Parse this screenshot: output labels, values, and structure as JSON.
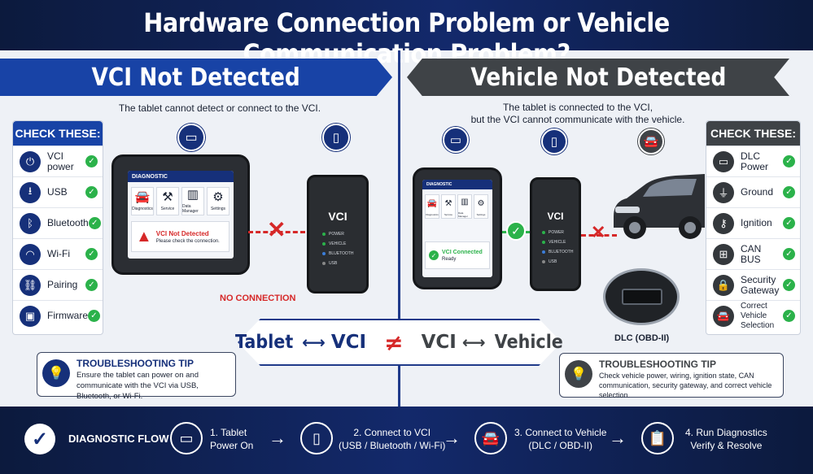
{
  "banner": {
    "title": "Hardware Connection Problem or Vehicle Communication Problem?"
  },
  "left": {
    "header": "VCI Not Detected",
    "subtitle": "The tablet cannot detect or connect to the VCI.",
    "check_title": "CHECK THESE:",
    "checks": [
      {
        "icon": "power-icon",
        "label": "VCI power"
      },
      {
        "icon": "usb-icon",
        "label": "USB"
      },
      {
        "icon": "bluetooth-icon",
        "label": "Bluetooth"
      },
      {
        "icon": "wifi-icon",
        "label": "Wi-Fi"
      },
      {
        "icon": "link-icon",
        "label": "Pairing"
      },
      {
        "icon": "chip-icon",
        "label": "Firmware"
      }
    ],
    "tablet": {
      "app_title": "DIAGNOSTIC",
      "tiles": [
        "Diagnostics",
        "Service",
        "Data Manager",
        "Settings"
      ],
      "alert_title": "VCI Not Detected",
      "alert_text": "Please check the connection."
    },
    "vci": {
      "label": "VCI",
      "leds": [
        "POWER",
        "VEHICLE",
        "BLUETOOTH",
        "USB"
      ]
    },
    "no_connection": "NO CONNECTION",
    "tip_title": "TROUBLESHOOTING TIP",
    "tip_text": "Ensure the tablet can power on and communicate with the VCI via USB, Bluetooth, or Wi-Fi."
  },
  "right": {
    "header": "Vehicle Not Detected",
    "subtitle_line1": "The tablet is connected to the VCI,",
    "subtitle_line2": "but the VCI cannot communicate with the vehicle.",
    "check_title": "CHECK THESE:",
    "checks": [
      {
        "icon": "battery-icon",
        "label": "DLC Power"
      },
      {
        "icon": "ground-icon",
        "label": "Ground"
      },
      {
        "icon": "key-icon",
        "label": "Ignition"
      },
      {
        "icon": "network-icon",
        "label": "CAN BUS"
      },
      {
        "icon": "lock-icon",
        "label": "Security Gateway"
      },
      {
        "icon": "car-icon",
        "label": "Correct Vehicle Selection"
      }
    ],
    "tablet": {
      "app_title": "DIAGNOSTIC",
      "tiles": [
        "Diagnostics",
        "Service",
        "Data Manager",
        "Settings"
      ],
      "status_title": "VCI Connected",
      "status_text": "Ready"
    },
    "vci": {
      "label": "VCI",
      "leds": [
        "POWER",
        "VEHICLE",
        "BLUETOOTH",
        "USB"
      ]
    },
    "dlc_label": "DLC (OBD-II)",
    "tip_title": "TROUBLESHOOTING TIP",
    "tip_text": "Check vehicle power, wiring, ignition state, CAN communication, security gateway, and correct vehicle selection."
  },
  "equation": {
    "left_a": "Tablet",
    "left_b": "VCI",
    "right_a": "VCI",
    "right_b": "Vehicle",
    "link_symbol": "⟷",
    "not_equal": "≠"
  },
  "flow": {
    "title": "DIAGNOSTIC FLOW",
    "steps": [
      {
        "line1": "1. Tablet",
        "line2": "Power On"
      },
      {
        "line1": "2. Connect to VCI",
        "line2": "(USB / Bluetooth / Wi-Fi)"
      },
      {
        "line1": "3. Connect to Vehicle",
        "line2": "(DLC / OBD-II)"
      },
      {
        "line1": "4. Run Diagnostics",
        "line2": "Verify & Resolve"
      }
    ]
  },
  "colors": {
    "blue": "#1843a6",
    "navy": "#16307a",
    "dark": "#3f4347",
    "green": "#2bb24a",
    "red": "#d62828"
  }
}
